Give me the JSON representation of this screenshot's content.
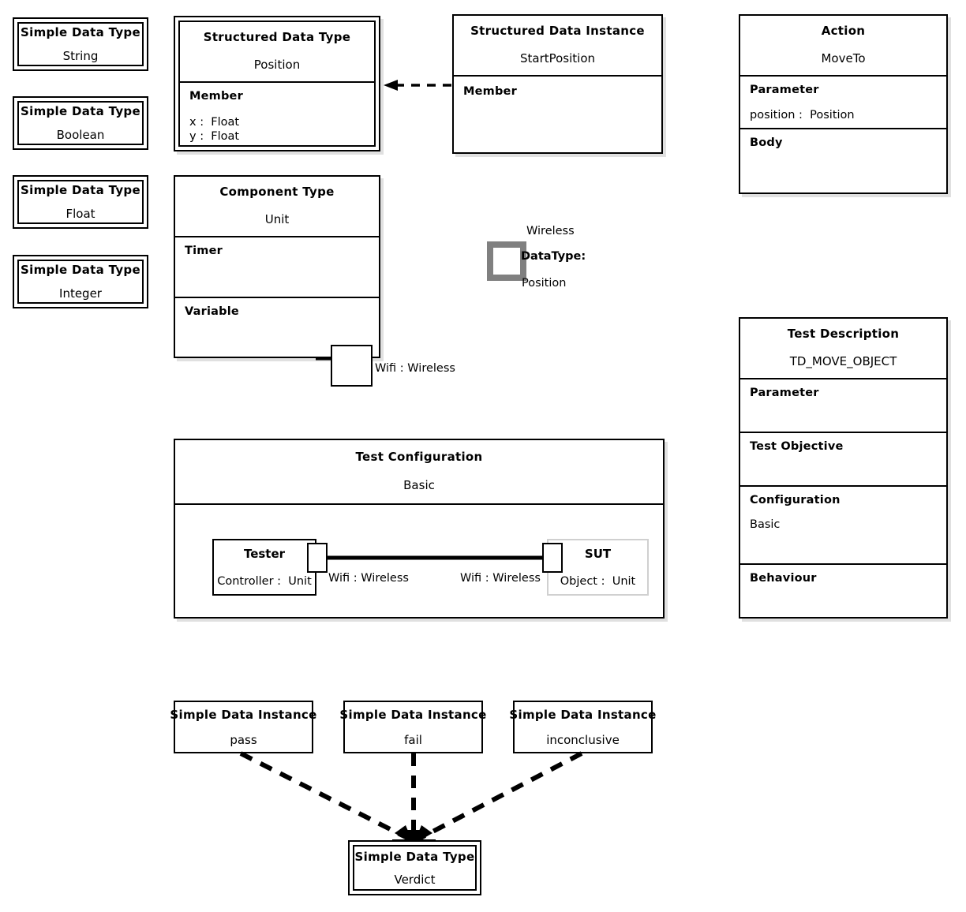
{
  "diagram": {
    "title": "UML Test Description Profile Diagram",
    "colors": {
      "stroke": "#000000",
      "shadow": "rgba(0,0,0,0.12)",
      "gray_port": "#808080",
      "sut_border": "#d0d0d0",
      "background": "#ffffff"
    }
  },
  "simple_data_types": [
    {
      "stereotype": "Simple Data Type",
      "name": "String"
    },
    {
      "stereotype": "Simple Data Type",
      "name": "Boolean"
    },
    {
      "stereotype": "Simple Data Type",
      "name": "Float"
    },
    {
      "stereotype": "Simple Data Type",
      "name": "Integer"
    }
  ],
  "structured_data_type": {
    "stereotype": "Structured Data Type",
    "name": "Position",
    "compartment_label": "Member",
    "members": [
      "x :  Float",
      "y :  Float"
    ]
  },
  "structured_data_instance": {
    "stereotype": "Structured Data Instance",
    "name": "StartPosition",
    "compartment_label": "Member",
    "members": []
  },
  "action": {
    "stereotype": "Action",
    "name": "MoveTo",
    "parameter_label": "Parameter",
    "parameters": [
      "position :  Position"
    ],
    "body_label": "Body",
    "body": []
  },
  "component_type": {
    "stereotype": "Component Type",
    "name": "Unit",
    "timer_label": "Timer",
    "timers": [],
    "variable_label": "Variable",
    "variables": [],
    "port_label": "Wifi : Wireless"
  },
  "wireless_marker": {
    "line1": "Wireless",
    "line2": "DataType:",
    "line3": "Position"
  },
  "test_configuration": {
    "stereotype": "Test Configuration",
    "name": "Basic",
    "tester": {
      "title": "Tester",
      "subtitle": "Controller :  Unit",
      "port_label": "Wifi : Wireless"
    },
    "sut": {
      "title": "SUT",
      "subtitle": "Object :  Unit",
      "port_label": "Wifi : Wireless"
    }
  },
  "test_description": {
    "stereotype": "Test Description",
    "name": "TD_MOVE_OBJECT",
    "compartments": [
      {
        "label": "Parameter",
        "items": []
      },
      {
        "label": "Test Objective",
        "items": []
      },
      {
        "label": "Configuration",
        "items": [
          "Basic"
        ]
      },
      {
        "label": "Behaviour",
        "items": []
      }
    ]
  },
  "verdict_instances": [
    {
      "stereotype": "Simple Data Instance",
      "name": "pass"
    },
    {
      "stereotype": "Simple Data Instance",
      "name": "fail"
    },
    {
      "stereotype": "Simple Data Instance",
      "name": "inconclusive"
    }
  ],
  "verdict_type": {
    "stereotype": "Simple Data Type",
    "name": "Verdict"
  }
}
